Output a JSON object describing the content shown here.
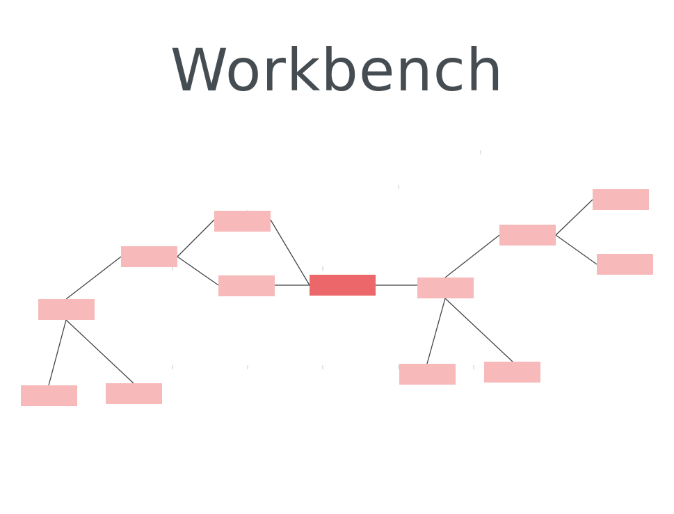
{
  "title": "Workbench",
  "colors": {
    "title": "#454d52",
    "edge": "#3f4446",
    "node": "#f7b9ba",
    "center_node": "#ec676a",
    "tick": "#e4e4e4"
  },
  "diagram": {
    "type": "mind-map",
    "center": "center-node",
    "nodes": [
      {
        "id": "center-node",
        "role": "center",
        "label": ""
      },
      {
        "id": "node-left-mid",
        "role": "branch",
        "label": ""
      },
      {
        "id": "node-left-top",
        "role": "branch",
        "label": ""
      },
      {
        "id": "node-left-upper",
        "role": "branch",
        "label": ""
      },
      {
        "id": "node-left-outer",
        "role": "branch",
        "label": ""
      },
      {
        "id": "node-left-bottom-a",
        "role": "leaf",
        "label": ""
      },
      {
        "id": "node-left-bottom-b",
        "role": "leaf",
        "label": ""
      },
      {
        "id": "node-right-mid",
        "role": "branch",
        "label": ""
      },
      {
        "id": "node-right-upper",
        "role": "branch",
        "label": ""
      },
      {
        "id": "node-right-top-a",
        "role": "leaf",
        "label": ""
      },
      {
        "id": "node-right-top-b",
        "role": "leaf",
        "label": ""
      },
      {
        "id": "node-right-bottom-a",
        "role": "leaf",
        "label": ""
      },
      {
        "id": "node-right-bottom-b",
        "role": "leaf",
        "label": ""
      }
    ],
    "edges": [
      [
        "center-node",
        "node-left-mid"
      ],
      [
        "center-node",
        "node-left-top"
      ],
      [
        "node-left-mid",
        "node-left-upper"
      ],
      [
        "node-left-top",
        "node-left-upper"
      ],
      [
        "node-left-upper",
        "node-left-outer"
      ],
      [
        "node-left-outer",
        "node-left-bottom-a"
      ],
      [
        "node-left-outer",
        "node-left-bottom-b"
      ],
      [
        "center-node",
        "node-right-mid"
      ],
      [
        "node-right-mid",
        "node-right-upper"
      ],
      [
        "node-right-upper",
        "node-right-top-a"
      ],
      [
        "node-right-upper",
        "node-right-top-b"
      ],
      [
        "node-right-mid",
        "node-right-bottom-a"
      ],
      [
        "node-right-mid",
        "node-right-bottom-b"
      ]
    ]
  }
}
